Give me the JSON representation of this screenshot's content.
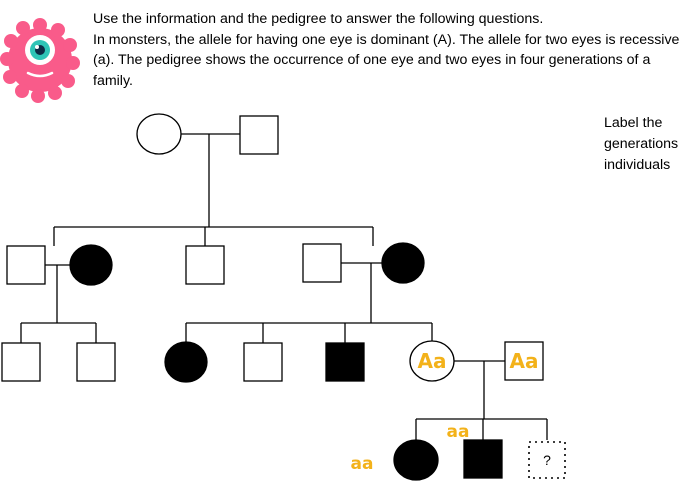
{
  "instructions": {
    "line1": "Use the information and the pedigree to answer the following questions.",
    "line2": "In monsters, the allele for having one eye is dominant (A). The allele for two eyes is recessive (a). The pedigree shows the occurrence of one eye and two eyes in four generations of a family."
  },
  "side_note": {
    "line1": "Label the",
    "line2": "generations",
    "line3": "individuals"
  },
  "annotations": {
    "gen3_female_genotype": "Aa",
    "gen3_male_genotype": "Aa",
    "gen4_female_genotype": "aa",
    "gen4_male_genotype": "aa",
    "unknown_symbol": "?"
  },
  "colors": {
    "monster_body": "#f95b8a",
    "monster_eye": "#2ec4b6",
    "handwriting": "#f3b21a"
  }
}
